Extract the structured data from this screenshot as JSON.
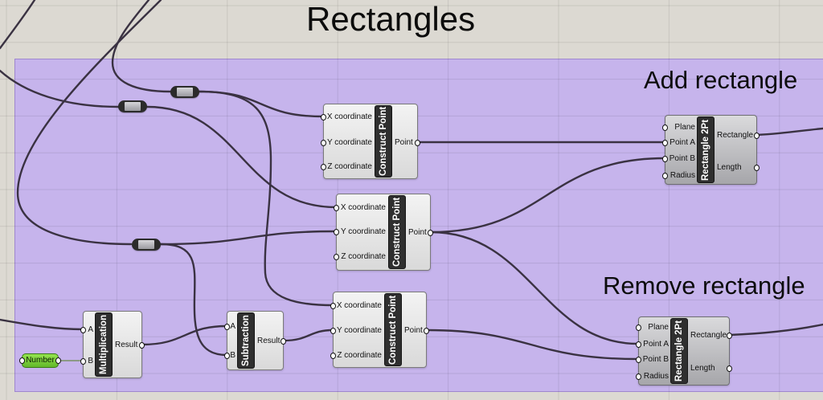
{
  "titles": {
    "main": "Rectangles",
    "add_group": "Add rectangle",
    "remove_group": "Remove rectangle"
  },
  "components": {
    "construct_point_1": {
      "name": "Construct Point",
      "inputs": [
        "X coordinate",
        "Y coordinate",
        "Z coordinate"
      ],
      "outputs": [
        "Point"
      ]
    },
    "construct_point_2": {
      "name": "Construct Point",
      "inputs": [
        "X coordinate",
        "Y coordinate",
        "Z coordinate"
      ],
      "outputs": [
        "Point"
      ]
    },
    "construct_point_3": {
      "name": "Construct Point",
      "inputs": [
        "X coordinate",
        "Y coordinate",
        "Z coordinate"
      ],
      "outputs": [
        "Point"
      ]
    },
    "multiplication": {
      "name": "Multiplication",
      "inputs": [
        "A",
        "B"
      ],
      "outputs": [
        "Result"
      ]
    },
    "subtraction": {
      "name": "Subtraction",
      "inputs": [
        "A",
        "B"
      ],
      "outputs": [
        "Result"
      ]
    },
    "rectangle_add": {
      "name": "Rectangle 2Pt",
      "inputs": [
        "Plane",
        "Point A",
        "Point B",
        "Radius"
      ],
      "outputs": [
        "Rectangle",
        "Length"
      ]
    },
    "rectangle_remove": {
      "name": "Rectangle 2Pt",
      "inputs": [
        "Plane",
        "Point A",
        "Point B",
        "Radius"
      ],
      "outputs": [
        "Rectangle",
        "Length"
      ]
    }
  },
  "number_param": {
    "label": "Number"
  },
  "colors": {
    "canvas_background": "#dcd9d2",
    "group_fill": "#c6b4ec",
    "wire": "#3a3242",
    "number_param": "#7ed43a",
    "component_label_strip": "#2f2f2f"
  }
}
